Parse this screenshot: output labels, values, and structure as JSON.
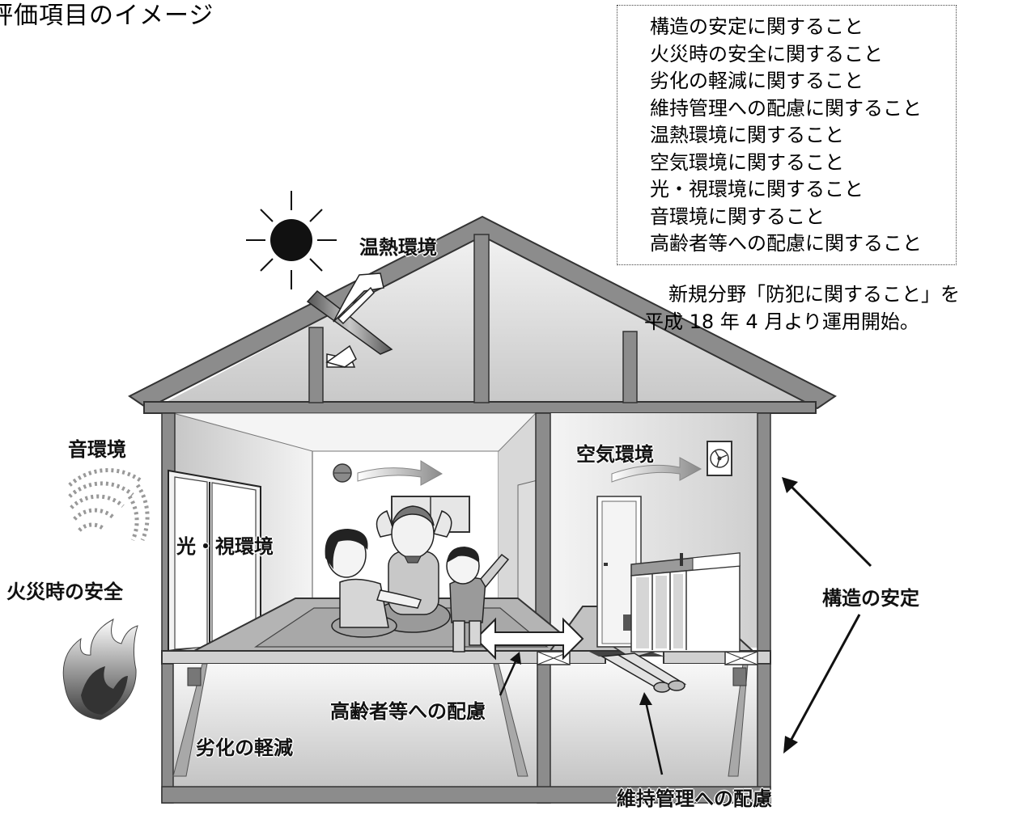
{
  "title": "評価項目のイメージ",
  "items": [
    "構造の安定に関すること",
    "火災時の安全に関すること",
    "劣化の軽減に関すること",
    "維持管理への配慮に関すること",
    "温熱環境に関すること",
    "空気環境に関すること",
    "光・視環境に関すること",
    "音環境に関すること",
    "高齢者等への配慮に関すること"
  ],
  "note": {
    "line1": "新規分野「防犯に関すること」を",
    "line2": "平成 18 年 4 月より運用開始。"
  },
  "labels": {
    "thermal": "温熱環境",
    "sound": "音環境",
    "light": "光・視環境",
    "fire": "火災時の安全",
    "air": "空気環境",
    "structure": "構造の安定",
    "elderly": "高齢者等への配慮",
    "deterioration": "劣化の軽減",
    "maintenance": "維持管理への配慮"
  },
  "colors": {
    "frame": "#8c8c8c",
    "frame_stroke": "#333333",
    "sun": "#111111",
    "floor": "#b4b4b4",
    "flame": "#555555"
  },
  "icons": [
    "sun-icon",
    "sound-wave-icon",
    "flame-icon",
    "ventilation-fan-icon"
  ]
}
